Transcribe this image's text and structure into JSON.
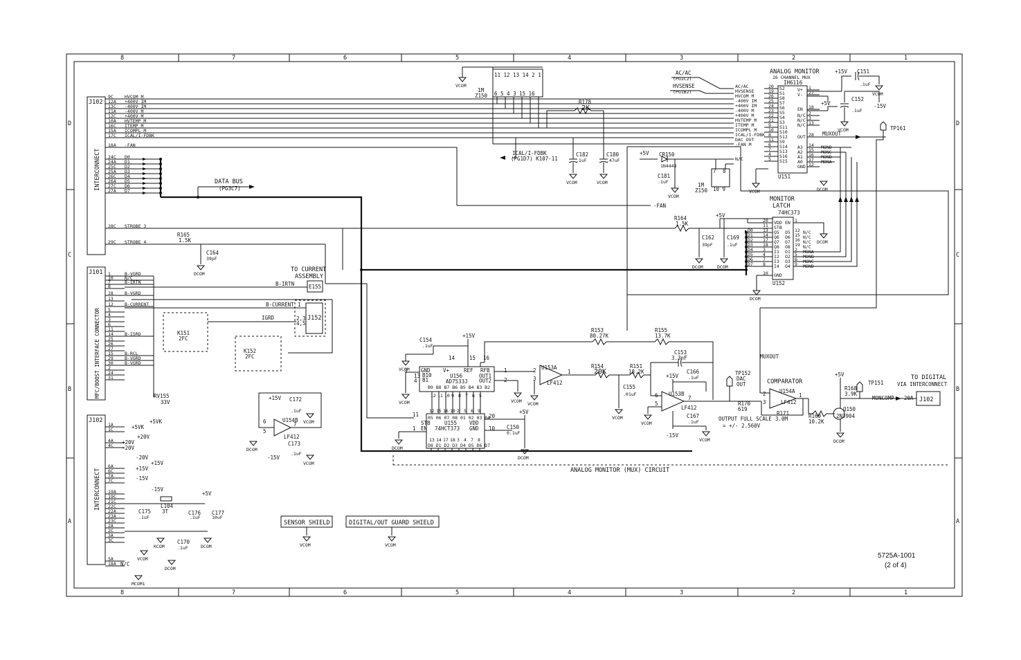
{
  "sheet": {
    "drawing_number": "5725A-1001",
    "sheet_of": "(2 of 4)",
    "zone_columns": [
      "8",
      "7",
      "6",
      "5",
      "4",
      "3",
      "2",
      "1"
    ],
    "zone_rows": [
      "D",
      "C",
      "B",
      "A"
    ]
  },
  "circuit_title": "ANALOG MONITOR (MUX) CIRCUIT",
  "connectors": {
    "j102_top": {
      "ref": "J102",
      "label": "INTERCONNECT",
      "pins": [
        {
          "pin": "9C",
          "net": "HVCOM M"
        },
        {
          "pin": "12A",
          "net": "+400V IM"
        },
        {
          "pin": "13C",
          "net": "-400V IM"
        },
        {
          "pin": "11A",
          "net": "-400V M"
        },
        {
          "pin": "12C",
          "net": "+400V M"
        },
        {
          "pin": "10A",
          "net": "HVTEMP M"
        },
        {
          "pin": "16C",
          "net": "ITEMP M"
        },
        {
          "pin": "15A",
          "net": "ICOMPL M"
        },
        {
          "pin": "17C",
          "net": "ICAL/I-FDBK"
        },
        {
          "pin": "18A",
          "net": "-FAN"
        },
        {
          "pin": "24C",
          "net": "D0"
        },
        {
          "pin": "24A",
          "net": "D1"
        },
        {
          "pin": "25C",
          "net": "D2"
        },
        {
          "pin": "25A",
          "net": "D3"
        },
        {
          "pin": "26C",
          "net": "D4"
        },
        {
          "pin": "26A",
          "net": "D5"
        },
        {
          "pin": "27C",
          "net": "D6"
        },
        {
          "pin": "27A",
          "net": "D7"
        },
        {
          "pin": "28C",
          "net": "STROBE 3"
        },
        {
          "pin": "29C",
          "net": "STROBE 4"
        }
      ]
    },
    "j101": {
      "ref": "J101",
      "label": "MFC/BOOST INTERFACE CONNECTOR",
      "pins": [
        {
          "pin": "1",
          "net": "B-VGRD"
        },
        {
          "pin": "10",
          "net": "N/C"
        },
        {
          "pin": "7",
          "net": "B-IRTN"
        },
        {
          "pin": "8",
          "net": ""
        },
        {
          "pin": "28",
          "net": "B-VGRD"
        },
        {
          "pin": "13",
          "net": ""
        },
        {
          "pin": "12",
          "net": "B-CURRENT"
        },
        {
          "pin": "5",
          "net": ""
        },
        {
          "pin": "4",
          "net": ""
        },
        {
          "pin": "3",
          "net": ""
        },
        {
          "pin": "6",
          "net": ""
        },
        {
          "pin": "11",
          "net": ""
        },
        {
          "pin": "14",
          "net": "B-ISRD"
        },
        {
          "pin": "25",
          "net": ""
        },
        {
          "pin": "26",
          "net": ""
        },
        {
          "pin": "27",
          "net": ""
        },
        {
          "pin": "15",
          "net": "B-RCL"
        },
        {
          "pin": "29",
          "net": "B-VGRD"
        },
        {
          "pin": "30",
          "net": "B-VGRD"
        },
        {
          "pin": "2",
          "net": ""
        },
        {
          "pin": "24",
          "net": ""
        },
        {
          "pin": "31",
          "net": ""
        }
      ]
    },
    "j102_bottom": {
      "ref": "J102",
      "label": "INTERCONNECT",
      "pins": [
        {
          "pin": "1A",
          "net": "+5VK"
        },
        {
          "pin": "1C",
          "net": ""
        },
        {
          "pin": "4A",
          "net": "+20V"
        },
        {
          "pin": "4C",
          "net": "-20V"
        },
        {
          "pin": "6A",
          "net": "+15V"
        },
        {
          "pin": "6C",
          "net": ""
        },
        {
          "pin": "7A",
          "net": "-15V"
        },
        {
          "pin": "7C",
          "net": ""
        },
        {
          "pin": "19A",
          "net": ""
        },
        {
          "pin": "19C",
          "net": ""
        },
        {
          "pin": "21C",
          "net": ""
        },
        {
          "pin": "22C",
          "net": ""
        },
        {
          "pin": "22A",
          "net": ""
        },
        {
          "pin": "23A",
          "net": ""
        },
        {
          "pin": "23C",
          "net": ""
        },
        {
          "pin": "2A",
          "net": ""
        },
        {
          "pin": "2C",
          "net": ""
        },
        {
          "pin": "3A",
          "net": ""
        },
        {
          "pin": "3C",
          "net": ""
        },
        {
          "pin": "5A",
          "net": ""
        },
        {
          "pin": "18A",
          "net": "N/C"
        }
      ]
    },
    "j102_out": {
      "ref": "J102",
      "pin": "20A",
      "net": "MONCOMP",
      "note": "TO DIGITAL VIA INTERCONNECT"
    }
  },
  "ics": {
    "u151": {
      "ref": "U151",
      "part": "IH6116",
      "title": "ANALOG MONITOR",
      "subtitle": "16 CHANNEL MUX",
      "inputs": [
        {
          "net": "AC/AC",
          "pin": "20",
          "name": "S2"
        },
        {
          "net": "HVSENSE",
          "pin": "19",
          "name": "S1"
        },
        {
          "net": "HVCOM M",
          "pin": "26",
          "name": "S8"
        },
        {
          "net": "-400V IM",
          "pin": "25",
          "name": "S7"
        },
        {
          "net": "+400V IM",
          "pin": "24",
          "name": "S6"
        },
        {
          "net": "-400V M",
          "pin": "23",
          "name": "S5"
        },
        {
          "net": "+400V M",
          "pin": "22",
          "name": "S4"
        },
        {
          "net": "HVTEMP M",
          "pin": "21",
          "name": "S3"
        },
        {
          "net": "ITEMP M",
          "pin": "9",
          "name": "S11"
        },
        {
          "net": "ICOMPL M",
          "pin": "10",
          "name": "S10"
        },
        {
          "net": "ICAL/I-FDBK",
          "pin": "8",
          "name": "S12"
        },
        {
          "net": "DAC OUT",
          "pin": "11",
          "name": "S9"
        },
        {
          "net": "-FAN M",
          "pin": "6",
          "name": "S14"
        },
        {
          "net": "",
          "pin": "7",
          "name": "S13"
        },
        {
          "net": "",
          "pin": "4",
          "name": "S16"
        },
        {
          "net": "N/C",
          "pin": "5",
          "name": "S15"
        }
      ],
      "right": [
        {
          "pin": "1",
          "name": "V+"
        },
        {
          "pin": "27",
          "name": "V-"
        },
        {
          "pin": "18",
          "name": "EN"
        },
        {
          "pin": "2",
          "name": "N/C"
        },
        {
          "pin": "3",
          "name": "N/C"
        },
        {
          "pin": "13",
          "name": "N/C"
        },
        {
          "pin": "28",
          "name": "OUT"
        },
        {
          "pin": "14",
          "name": "A3",
          "net": "MOND"
        },
        {
          "pin": "15",
          "name": "A2",
          "net": "MONC"
        },
        {
          "pin": "16",
          "name": "A1",
          "net": "MONB"
        },
        {
          "pin": "17",
          "name": "A0",
          "net": "MONA"
        },
        {
          "pin": "12",
          "name": "GND"
        }
      ],
      "out_net": "MUXOUT",
      "src_refs": [
        "(PG1C2)",
        "(PG1B2)"
      ]
    },
    "u152": {
      "ref": "U152",
      "part": "74HC373",
      "title": "MONITOR",
      "title2": "LATCH",
      "left": [
        {
          "pin": "20",
          "name": "VDD"
        },
        {
          "pin": "11",
          "name": "STB"
        },
        {
          "pin": "13",
          "name": "Q5",
          "net": "D0"
        },
        {
          "pin": "14",
          "name": "Q6",
          "net": "D1"
        },
        {
          "pin": "17",
          "name": "Q7",
          "net": "D2"
        },
        {
          "pin": "18",
          "name": "Q8",
          "net": "D3"
        },
        {
          "pin": "3",
          "name": "I1",
          "net": "D4"
        },
        {
          "pin": "4",
          "name": "I2",
          "net": "D5"
        },
        {
          "pin": "7",
          "name": "I3",
          "net": "D6"
        },
        {
          "pin": "8",
          "name": "I4",
          "net": "D7"
        },
        {
          "pin": "10",
          "name": "GND"
        }
      ],
      "right": [
        {
          "pin": "1",
          "name": "EN"
        },
        {
          "pin": "12",
          "name": "O5",
          "net": "N/C"
        },
        {
          "pin": "15",
          "name": "O6",
          "net": "N/C"
        },
        {
          "pin": "16",
          "name": "O7",
          "net": "N/C"
        },
        {
          "pin": "19",
          "name": "O8",
          "net": "N/C"
        },
        {
          "pin": "2",
          "name": "O1",
          "net": "MONA"
        },
        {
          "pin": "5",
          "name": "O2",
          "net": "MONB"
        },
        {
          "pin": "6",
          "name": "O3",
          "net": "MONC"
        },
        {
          "pin": "9",
          "name": "O4",
          "net": "MOND"
        }
      ]
    },
    "u155": {
      "ref": "U155",
      "part": "74HCT373",
      "top_pins": "05 06 07 08 01 02 03 04",
      "top_nums": [
        "12",
        "15",
        "16",
        "19",
        "2",
        "5",
        "6",
        "9"
      ],
      "bot_nums": [
        "13",
        "14",
        "17",
        "18",
        "3",
        "4",
        "7",
        "8"
      ],
      "bot_pins": "D8 D1 D2 D3 D4 D5 D6 D7",
      "left": [
        {
          "pin": "11",
          "name": "STB"
        },
        {
          "pin": "1",
          "name": "EN"
        }
      ],
      "right": [
        {
          "pin": "20",
          "name": "VDD"
        },
        {
          "pin": "10",
          "name": "GND"
        }
      ]
    },
    "u156": {
      "ref": "U156",
      "part": "AD7533J",
      "top": [
        {
          "pin": "14",
          "name": "V+"
        },
        {
          "pin": "15",
          "name": "REF"
        },
        {
          "pin": "16",
          "name": "RFB"
        }
      ],
      "left": [
        {
          "pin": "3",
          "name": "GND"
        },
        {
          "pin": "13",
          "name": "B10"
        },
        {
          "pin": "4",
          "name": "B1"
        }
      ],
      "right": [
        {
          "pin": "1",
          "name": "OUT1"
        },
        {
          "pin": "2",
          "name": "OUT2"
        }
      ],
      "bits": "B9 B8 B7 B6 B5 B4 B3 B2",
      "bit_nums": [
        "12",
        "11",
        "10",
        "9",
        "8",
        "7",
        "6",
        "5"
      ]
    },
    "u153a": {
      "ref": "U153A",
      "part": "LF412",
      "pins": [
        "2",
        "3",
        "1"
      ]
    },
    "u153b": {
      "ref": "U153B",
      "part": "LF412",
      "pins": [
        "6",
        "5",
        "7"
      ]
    },
    "u154a": {
      "ref": "U154A",
      "part": "LF412",
      "title": "COMPARATOR",
      "pins": [
        "3",
        "2",
        "1"
      ]
    },
    "u154b": {
      "ref": "U154B",
      "part": "LF412",
      "pins": [
        "6",
        "5",
        "7"
      ]
    }
  },
  "passives": [
    {
      "ref": "R178",
      "value": "2K"
    },
    {
      "ref": "C182",
      "value": ".1uF"
    },
    {
      "ref": "C180",
      "value": ".47uF"
    },
    {
      "ref": "CR150",
      "value": "1N4448"
    },
    {
      "ref": "C181",
      "value": ".1uF"
    },
    {
      "ref": "Z150",
      "value": "1M"
    },
    {
      "ref": "C151",
      "value": ".1uF"
    },
    {
      "ref": "C152",
      "value": ".1uF"
    },
    {
      "ref": "R164",
      "value": "1.5K"
    },
    {
      "ref": "C162",
      "value": "39pF"
    },
    {
      "ref": "C169",
      "value": ".1uF"
    },
    {
      "ref": "R165",
      "value": "1.5K"
    },
    {
      "ref": "C164",
      "value": "39pF"
    },
    {
      "ref": "C154",
      "value": ".1uF"
    },
    {
      "ref": "R153",
      "value": "80.27K"
    },
    {
      "ref": "R155",
      "value": "13.7K"
    },
    {
      "ref": "R154",
      "value": "20K"
    },
    {
      "ref": "R151",
      "value": "18.2K"
    },
    {
      "ref": "C153",
      "value": "3.3nF"
    },
    {
      "ref": "C166",
      "value": ".1uF"
    },
    {
      "ref": "C167",
      "value": ".1uF"
    },
    {
      "ref": "C155",
      "value": ".01uF"
    },
    {
      "ref": "C150",
      "value": "0.1uF"
    },
    {
      "ref": "R170",
      "value": "619"
    },
    {
      "ref": "R171",
      "value": "3.0M"
    },
    {
      "ref": "R169",
      "value": "10.2K"
    },
    {
      "ref": "R168",
      "value": "3.9K"
    },
    {
      "ref": "Q150",
      "value": "2N3904"
    },
    {
      "ref": "C172",
      "value": ".1uF"
    },
    {
      "ref": "C173",
      "value": ".1uF"
    },
    {
      "ref": "C175",
      "value": ".1uF"
    },
    {
      "ref": "C176",
      "value": ".1uF"
    },
    {
      "ref": "C177",
      "value": "10uF"
    },
    {
      "ref": "C170",
      "value": ".1uF"
    },
    {
      "ref": "L104",
      "value": "3T"
    },
    {
      "ref": "RV155",
      "value": "33V"
    },
    {
      "ref": "K151",
      "value": "2FC"
    },
    {
      "ref": "K152",
      "value": "2FC"
    }
  ],
  "labels": {
    "data_bus": "DATA BUS",
    "data_bus_ref": "(PG3C7)",
    "ical_fdbk": "ICAL/I-FDBK",
    "ical_ref": "(PG1D7) K107-11",
    "to_current": "TO CURRENT",
    "assembly": "ASSEMBLY",
    "e155": "E155",
    "j152": "J152",
    "b_irtn": "B-IRTN",
    "b_current": "B-CURRENT",
    "igrd": "IGRD",
    "j152_pins": "2,3",
    "j152_pins2": "4,5",
    "neg_fan": "-FAN",
    "muxout": "MUXOUT",
    "tp161": "TP161",
    "tp152": "TP152",
    "dac": "DAC",
    "out": "OUT",
    "tp151": "TP151",
    "output_full_scale": "OUTPUT FULL SCALE",
    "output_range": "= +/- 2.560V",
    "to_digital": "TO DIGITAL",
    "via_interconnect": "VIA INTERCONNECT",
    "moncomp": "MONCOMP",
    "sensor_shield": "SENSOR SHIELD",
    "digital_guard_shield": "DIGITAL/OUT GUARD SHIELD",
    "vcom": "VCOM",
    "dcom": "DCOM",
    "kcom": "KCOM",
    "mcom1": "MCOM1",
    "plus5v": "+5V",
    "plus15v": "+15V",
    "minus15v": "-15V",
    "plus5vk": "+5VK",
    "plus20v": "+20V",
    "minus20v": "-20V",
    "nc": "N/C",
    "z150_pins": "11 12 13 14 2 1",
    "z150_pins2": "6 5 4 3 15 16"
  }
}
